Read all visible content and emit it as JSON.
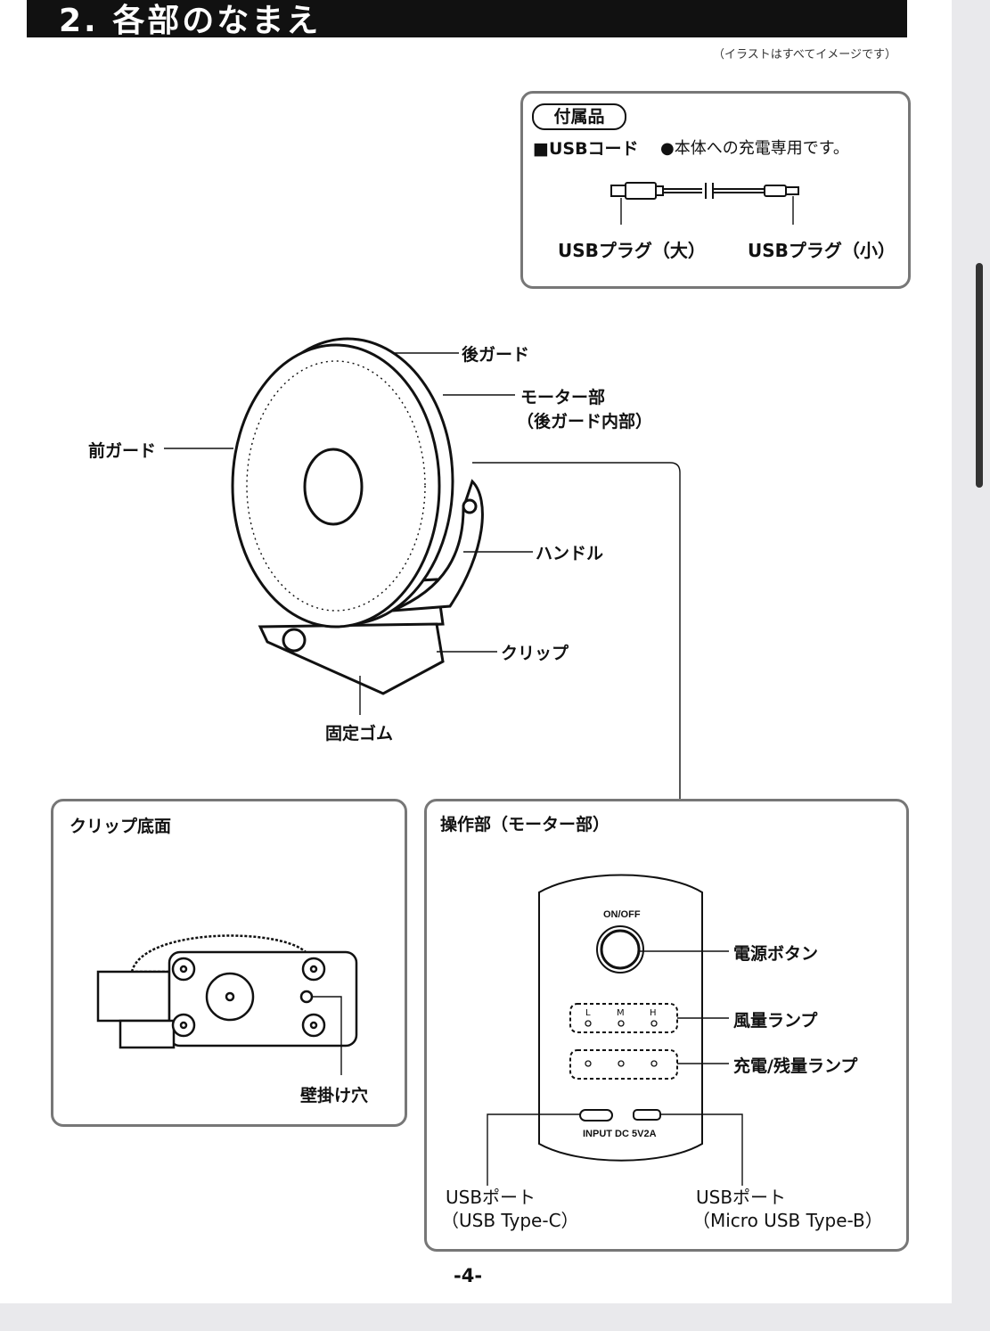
{
  "header": {
    "title": "2. 各部のなまえ",
    "note": "（イラストはすべてイメージです）"
  },
  "accessories": {
    "badge": "付属品",
    "item": "■USBコード",
    "desc": "●本体への充電専用です。",
    "plug_large": "USBプラグ（大）",
    "plug_small": "USBプラグ（小）"
  },
  "fan_parts": {
    "rear_guard": "後ガード",
    "motor": "モーター部",
    "motor_note": "（後ガード内部）",
    "front_guard": "前ガード",
    "handle": "ハンドル",
    "clip": "クリップ",
    "rubber": "固定ゴム"
  },
  "clip_bottom": {
    "title": "クリップ底面",
    "wall_hole": "壁掛け穴"
  },
  "control": {
    "title": "操作部（モーター部）",
    "onoff": "ON/OFF",
    "power_button": "電源ボタン",
    "wind_lamp": "風量ランプ",
    "lamp_l": "L",
    "lamp_m": "M",
    "lamp_h": "H",
    "charge_lamp": "充電/残量ランプ",
    "input_text": "INPUT DC 5V2A",
    "usb_c_1": "USBポート",
    "usb_c_2": "（USB Type-C）",
    "usb_micro_1": "USBポート",
    "usb_micro_2": "（Micro USB Type-B）"
  },
  "footer": {
    "page_number": "-4-"
  }
}
